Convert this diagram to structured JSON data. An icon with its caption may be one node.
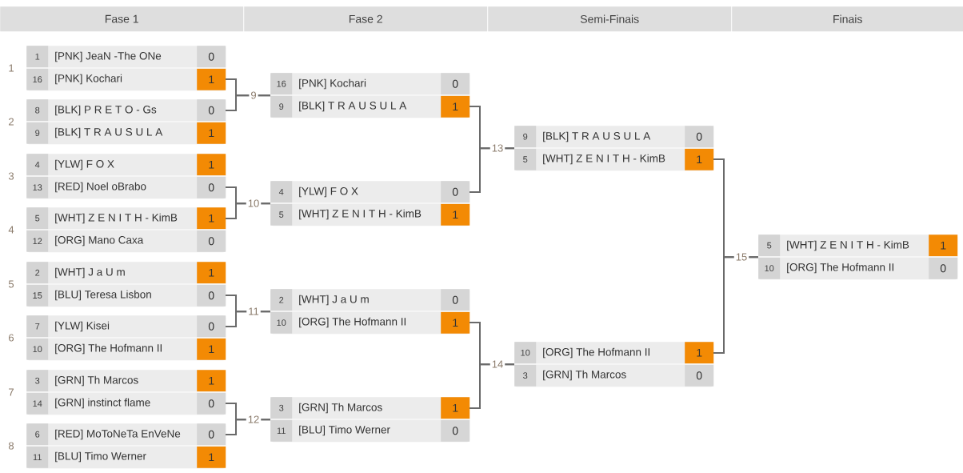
{
  "diagram": {
    "nodes": [
      {
        "text": [
          "1",
          "[PNK] JeaN -The ONe",
          "0",
          "16",
          "[PNK] Kochari",
          "1"
        ],
        "beside": [
          "1"
        ]
      },
      {
        "text": [
          "8",
          "[BLK] P R E T O - Gs",
          "0",
          "9",
          "[BLK] T R A U S U L A",
          "1"
        ],
        "beside": [
          "2"
        ]
      },
      {
        "text": [
          "4",
          "[YLW] F O X",
          "1",
          "13",
          "[RED] Noel oBrabo",
          "0"
        ],
        "beside": [
          "3"
        ]
      },
      {
        "text": [
          "5",
          "[WHT] Z E N I T H - KimB",
          "1",
          "12",
          "[ORG] Mano Caxa",
          "0"
        ],
        "beside": [
          "4"
        ]
      },
      {
        "text": [
          "2",
          "[WHT] J a U m",
          "1",
          "15",
          "[BLU] Teresa Lisbon",
          "0"
        ],
        "beside": [
          "5"
        ]
      },
      {
        "text": [
          "7",
          "[YLW] Kisei",
          "0",
          "10",
          "[ORG] The Hofmann II",
          "1"
        ],
        "beside": [
          "6"
        ]
      },
      {
        "text": [
          "3",
          "[GRN] Th Marcos",
          "1",
          "14",
          "[GRN] instinct flame",
          "0"
        ],
        "beside": [
          "7"
        ]
      },
      {
        "text": [
          "6",
          "[RED] MoToNeTa EnVeNe",
          "0",
          "11",
          "[BLU] Timo Werner",
          "1"
        ],
        "beside": [
          "8"
        ]
      },
      {
        "text": [
          "16",
          "[PNK] Kochari",
          "0",
          "9",
          "[BLK] T R A U S U L A",
          "1"
        ]
      },
      {
        "text": [
          "4",
          "[YLW] F O X",
          "0",
          "5",
          "[WHT] Z E N I T H - KimB",
          "1"
        ]
      },
      {
        "text": [
          "2",
          "[WHT] J a U m",
          "0",
          "10",
          "[ORG] The Hofmann II",
          "1"
        ]
      },
      {
        "text": [
          "3",
          "[GRN] Th Marcos",
          "1",
          "11",
          "[BLU] Timo Werner",
          "0"
        ]
      },
      {
        "text": [
          "9",
          "[BLK] T R A U S U L A",
          "0",
          "5",
          "[WHT] Z E N I T H - KimB",
          "1"
        ]
      },
      {
        "text": [
          "10",
          "[ORG] The Hofmann II",
          "1",
          "3",
          "[GRN] Th Marcos",
          "0"
        ]
      },
      {
        "text": [
          "5",
          "[WHT] Z E N I T H - KimB",
          "1",
          "10",
          "[ORG] The Hofmann II",
          "0"
        ]
      }
    ],
    "edges": [
      {
        "from": 0,
        "to": 8,
        "arrow": "none",
        "label": "9"
      },
      {
        "from": 1,
        "to": 8,
        "arrow": "none"
      },
      {
        "from": 2,
        "to": 9,
        "arrow": "none",
        "label": "10"
      },
      {
        "from": 3,
        "to": 9,
        "arrow": "none"
      },
      {
        "from": 4,
        "to": 10,
        "arrow": "none",
        "label": "11"
      },
      {
        "from": 5,
        "to": 10,
        "arrow": "none"
      },
      {
        "from": 6,
        "to": 11,
        "arrow": "none",
        "label": "12"
      },
      {
        "from": 7,
        "to": 11,
        "arrow": "none"
      },
      {
        "from": 8,
        "to": 12,
        "arrow": "none",
        "label": "13"
      },
      {
        "from": 9,
        "to": 12,
        "arrow": "none"
      },
      {
        "from": 10,
        "to": 13,
        "arrow": "none",
        "label": "14"
      },
      {
        "from": 11,
        "to": 13,
        "arrow": "none"
      },
      {
        "from": 12,
        "to": 14,
        "arrow": "none",
        "label": "15"
      },
      {
        "from": 13,
        "to": 14,
        "arrow": "none"
      }
    ],
    "labels": [
      "Fase 1",
      "Fase 2",
      "Semi-Finais",
      "Finais"
    ]
  }
}
